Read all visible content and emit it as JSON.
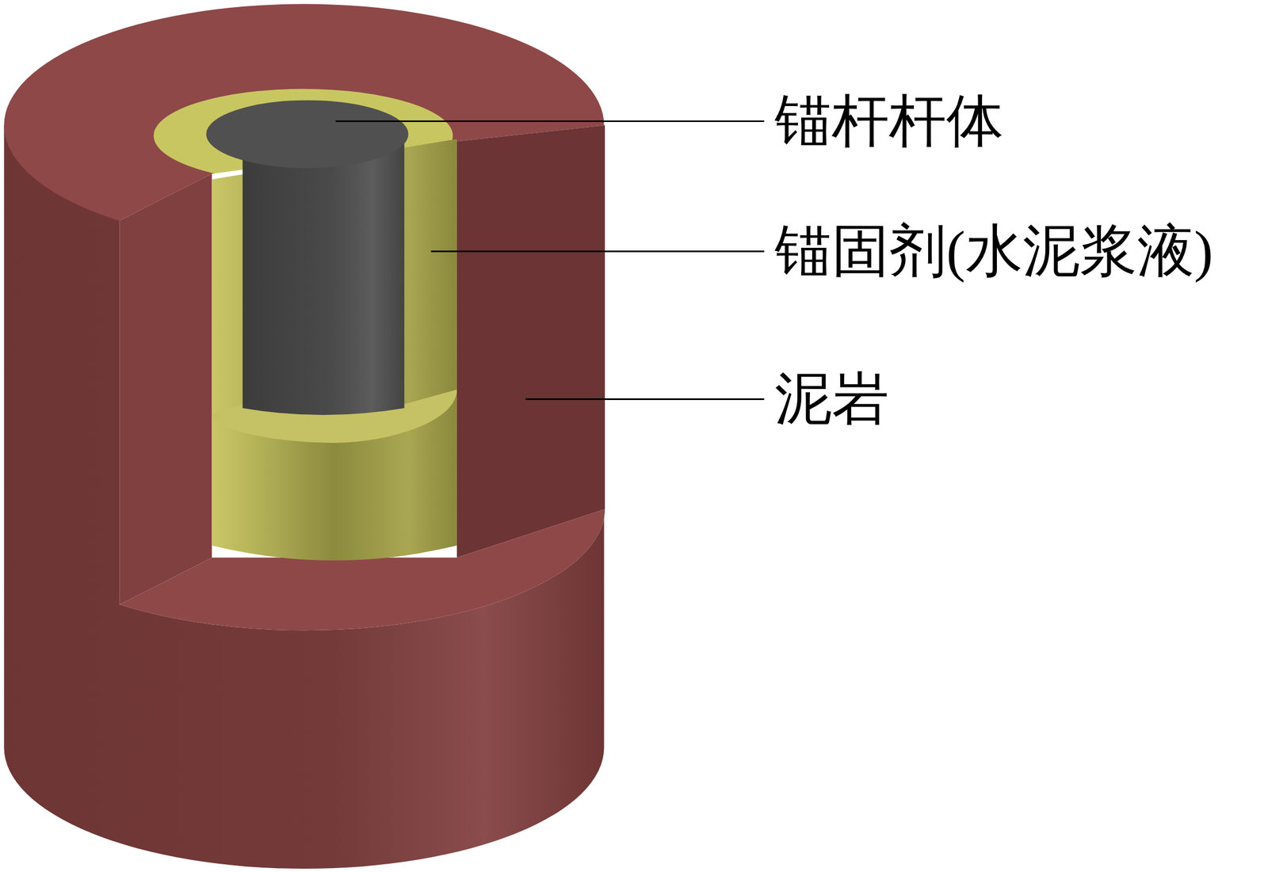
{
  "diagram": {
    "labels": [
      "锚杆杆体",
      "锚固剂(水泥浆液)",
      "泥岩"
    ]
  }
}
